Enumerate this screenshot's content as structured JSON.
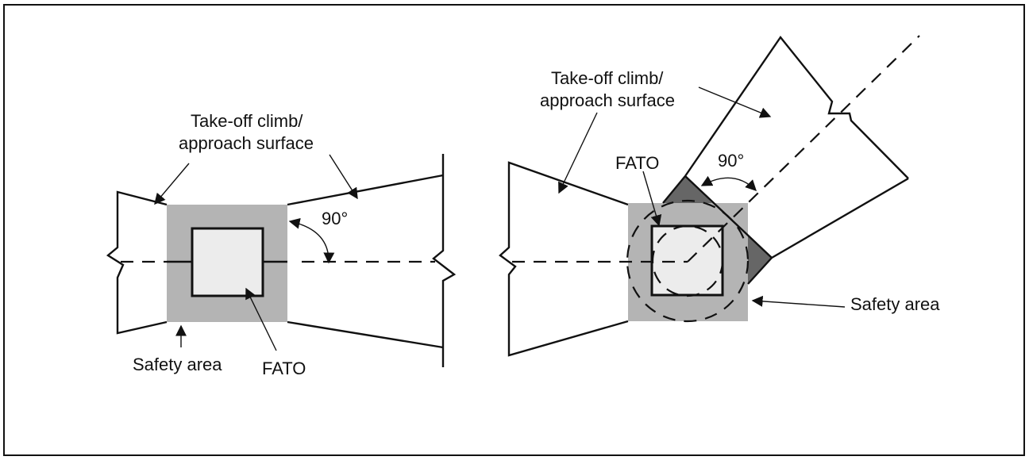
{
  "colors": {
    "safety_area": "#b4b4b4",
    "fato": "#ececec",
    "wedge": "#666666",
    "line": "#111111",
    "border": "#111111"
  },
  "left_diagram": {
    "surface_label_line1": "Take-off climb/",
    "surface_label_line2": "approach surface",
    "angle_label": "90°",
    "safety_area_label": "Safety area",
    "fato_label": "FATO"
  },
  "right_diagram": {
    "surface_label_line1": "Take-off climb/",
    "surface_label_line2": "approach surface",
    "angle_label": "90°",
    "safety_area_label": "Safety area",
    "fato_label": "FATO"
  }
}
